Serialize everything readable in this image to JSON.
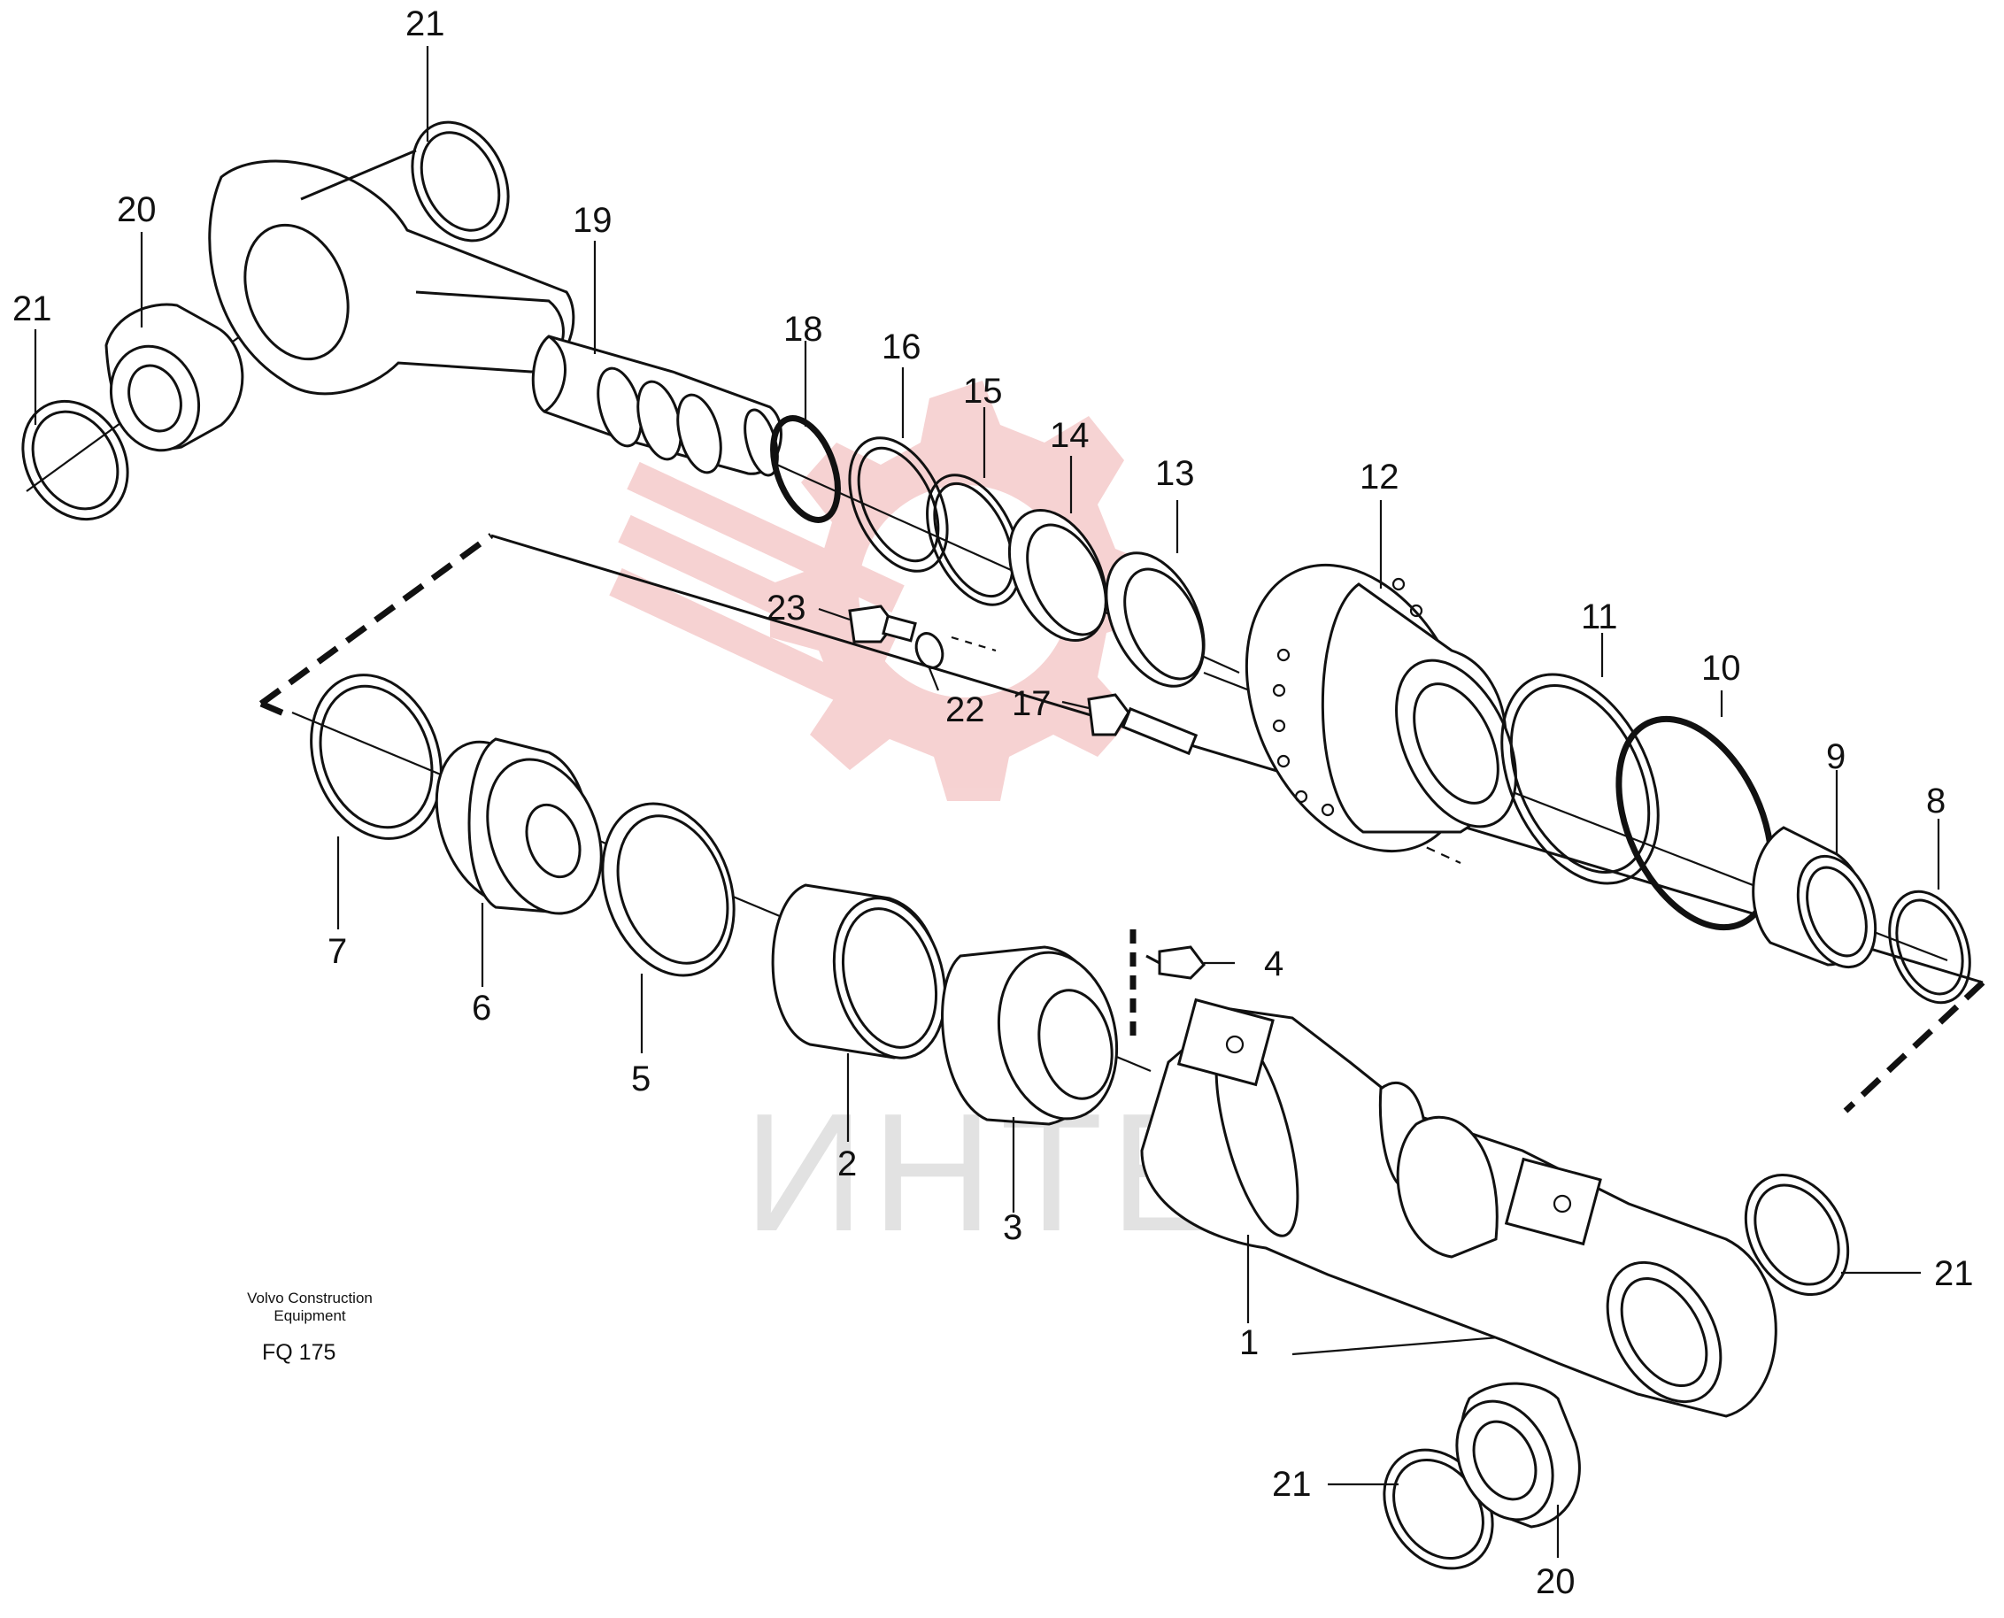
{
  "caption": {
    "line1": "Volvo Construction",
    "line2": "Equipment",
    "code": "FQ 175"
  },
  "watermark": {
    "text": "ИНТЕХ",
    "gear_color": "#f3c4c4",
    "text_color": "#e2e2e2"
  },
  "labels": [
    {
      "id": "l21a",
      "text": "21"
    },
    {
      "id": "l20a",
      "text": "20"
    },
    {
      "id": "l21b",
      "text": "21"
    },
    {
      "id": "l19",
      "text": "19"
    },
    {
      "id": "l18",
      "text": "18"
    },
    {
      "id": "l16",
      "text": "16"
    },
    {
      "id": "l15",
      "text": "15"
    },
    {
      "id": "l14",
      "text": "14"
    },
    {
      "id": "l13",
      "text": "13"
    },
    {
      "id": "l12",
      "text": "12"
    },
    {
      "id": "l23",
      "text": "23"
    },
    {
      "id": "l22",
      "text": "22"
    },
    {
      "id": "l17",
      "text": "17"
    },
    {
      "id": "l11",
      "text": "11"
    },
    {
      "id": "l10",
      "text": "10"
    },
    {
      "id": "l9",
      "text": "9"
    },
    {
      "id": "l8",
      "text": "8"
    },
    {
      "id": "l7",
      "text": "7"
    },
    {
      "id": "l6",
      "text": "6"
    },
    {
      "id": "l5",
      "text": "5"
    },
    {
      "id": "l4",
      "text": "4"
    },
    {
      "id": "l2",
      "text": "2"
    },
    {
      "id": "l3",
      "text": "3"
    },
    {
      "id": "l1",
      "text": "1"
    },
    {
      "id": "l21c",
      "text": "21"
    },
    {
      "id": "l21d",
      "text": "21"
    },
    {
      "id": "l20b",
      "text": "20"
    }
  ]
}
